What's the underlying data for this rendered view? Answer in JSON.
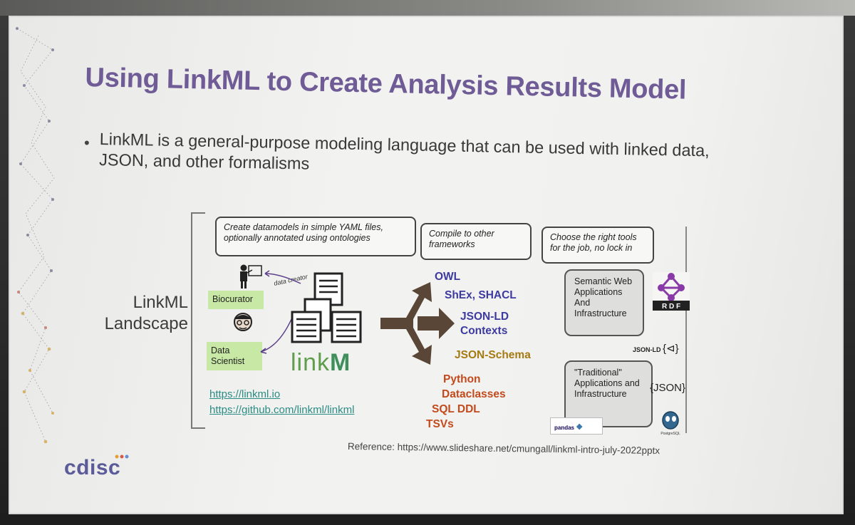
{
  "slide": {
    "title": "Using LinkML to Create Analysis Results Model",
    "bullet": "LinkML is a general-purpose modeling language that can be used with linked data, JSON, and other formalisms",
    "reference": "Reference: https://www.slideshare.net/cmungall/linkml-intro-july-2022pptx",
    "logo": "cdisc"
  },
  "diagram": {
    "landscape_label": [
      "LinkML",
      "Landscape"
    ],
    "notes": [
      "Create datamodels in simple YAML files, optionally annotated using ontologies",
      "Compile to other frameworks",
      "Choose the right tools for the job, no lock in"
    ],
    "roles": {
      "biocurator": "Biocurator",
      "scientist": [
        "Data",
        "Scientist"
      ],
      "creator": "data creator"
    },
    "logo_text": {
      "link": "link",
      "m": "M"
    },
    "links": [
      "https://linkml.io",
      "https://github.com/linkml/linkml"
    ],
    "frameworks": {
      "blue": [
        "OWL",
        "ShEx, SHACL",
        "JSON-LD",
        "Contexts"
      ],
      "gold": [
        "JSON-Schema"
      ],
      "red": [
        "Python",
        "Dataclasses",
        "SQL DDL",
        "TSVs"
      ]
    },
    "targets": {
      "semantic": [
        "Semantic Web",
        "Applications",
        "And",
        "Infrastructure"
      ],
      "traditional": [
        "\"Traditional\"",
        "Applications and",
        "Infrastructure"
      ],
      "rdf": "R D F",
      "jsonld": "JSON-LD",
      "json": "{JSON}",
      "pandas": "pandas",
      "postgres": "PostgreSQL"
    },
    "colors": {
      "title": "#6f5b95",
      "role_bg": "#c8e8a6",
      "blue": "#3d3aa0",
      "gold": "#a57a12",
      "red": "#c24a1c",
      "link": "#2a8c84"
    }
  }
}
